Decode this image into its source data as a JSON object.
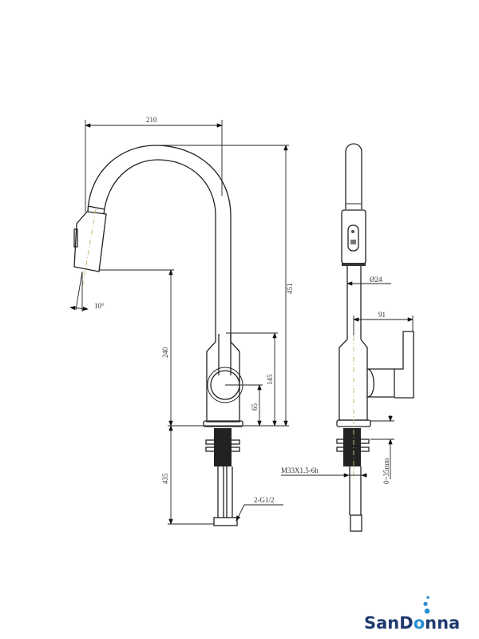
{
  "drawing": {
    "dimensions": {
      "spout_reach": "210",
      "total_height": "451",
      "spout_height": "240",
      "handle_top": "145",
      "handle_center": "65",
      "hose_length": "435",
      "hose_thread": "2-G1/2",
      "spray_angle": "10°",
      "tube_diameter": "Ø24",
      "handle_reach": "91",
      "mount_thread": "M33X1.5-6h",
      "deck_thickness": "0~35mm"
    }
  },
  "logo": {
    "text": "SanDonna",
    "text_color": "#1f3a6e",
    "bubble_color": "#2a8fd0"
  }
}
